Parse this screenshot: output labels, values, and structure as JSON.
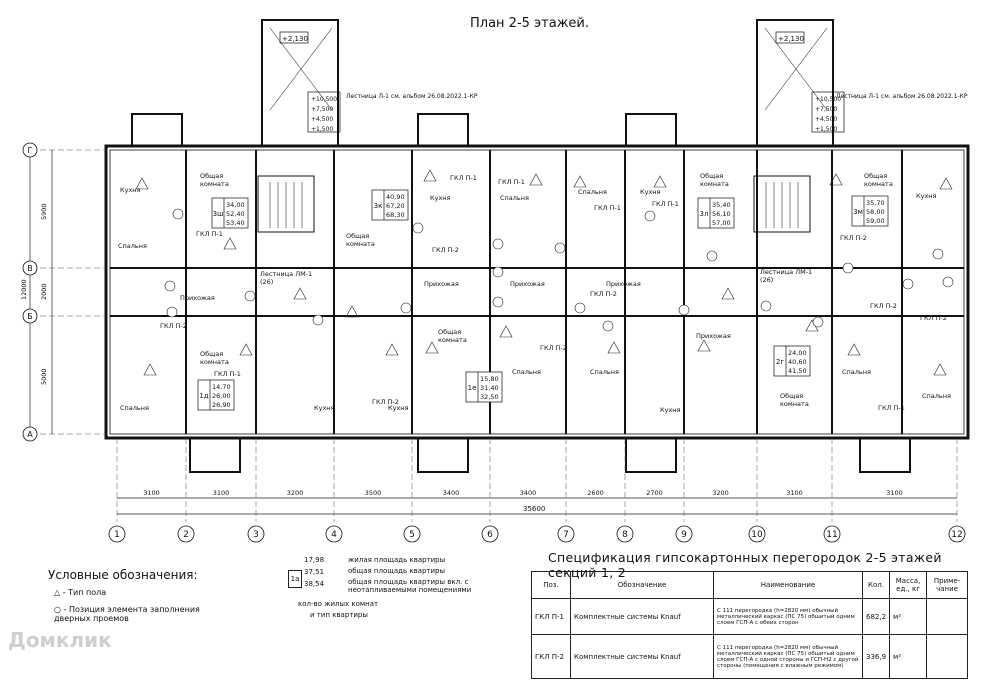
{
  "plan_title": "План 2-5 этажей.",
  "axes_letters": [
    "Г",
    "В",
    "Б",
    "А"
  ],
  "axes_numbers": [
    "1",
    "2",
    "3",
    "4",
    "5",
    "6",
    "7",
    "8",
    "9",
    "10",
    "11",
    "12"
  ],
  "axis_dims_bottom": [
    "3100",
    "3100",
    "3200",
    "3500",
    "3400",
    "3400",
    "2600",
    "2700",
    "3200",
    "3100",
    "3100"
  ],
  "total_length": "35600",
  "vertical_dims": [
    "5900",
    "2000",
    "5000",
    "12000"
  ],
  "stair_notes": {
    "left": "Лестница Л-1 см. альбом 26.08.2022.1-КР",
    "right": "Лестница Л-1 см. альбом 26.08.2022.1-КР"
  },
  "levels": [
    "+10,500",
    "+7,500",
    "+4,500",
    "+1,500"
  ],
  "top_mark": "+2,130",
  "apartments": [
    {
      "code": "3ш",
      "a": "34,00",
      "b": "52,40",
      "c": "53,40"
    },
    {
      "code": "3к",
      "a": "40,90",
      "b": "67,20",
      "c": "68,30"
    },
    {
      "code": "3л",
      "a": "35,40",
      "b": "56,10",
      "c": "57,00"
    },
    {
      "code": "3м",
      "a": "35,70",
      "b": "58,00",
      "c": "59,00"
    },
    {
      "code": "1д",
      "a": "14,70",
      "b": "26,00",
      "c": "26,90"
    },
    {
      "code": "1е",
      "a": "15,80",
      "b": "31,40",
      "c": "32,50"
    },
    {
      "code": "2г",
      "a": "24,00",
      "b": "40,60",
      "c": "41,50"
    }
  ],
  "room_labels": {
    "living": "Общая комната",
    "kitchen": "Кухня",
    "bedroom": "Спальня",
    "hall": "Прихожая",
    "gkl1": "ГКЛ П-1",
    "gkl2": "ГКЛ П-2",
    "lift_hall": "Лестница ЛМ-1 (26)"
  },
  "legend": {
    "title": "Условные обозначения:",
    "floor_type": "- Тип пола",
    "position": "- Позиция элемента заполнения дверных проемов"
  },
  "flat_key": {
    "code": "1а",
    "values": [
      "17,98",
      "37,51",
      "38,54"
    ],
    "notes": [
      "жилая площадь квартиры",
      "общая площадь квартиры",
      "общая площадь квартиры вкл. с неотапливаемыми помещениями",
      "кол-во жилых комнат",
      "и тип квартиры"
    ]
  },
  "spec": {
    "title": "Спецификация гипсокартонных перегородок 2-5 этажей секций 1, 2",
    "headers": [
      "Поз.",
      "Обозначение",
      "Наименование",
      "Кол.",
      "Масса, ед., кг",
      "Приме-чание"
    ],
    "rows": [
      {
        "pos": "ГКЛ П-1",
        "code": "Комплектные системы Knauf",
        "name": "С 111 перегородка (h=2820 мм) обычный металлический каркас (ПС 75) обшитый одним слоем ГСП-А с обеих сторон",
        "qty": "682,2",
        "unit": "м²"
      },
      {
        "pos": "ГКЛ П-2",
        "code": "Комплектные системы Knauf",
        "name": "С 111 перегородка (h=2820 мм) обычный металлический каркас (ПС 75) обшитый одним слоем ГСП-А с одной стороны и ГСП-Н2 с другой стороны (помещения с влажным режимом)",
        "qty": "336,9",
        "unit": "м²"
      }
    ]
  },
  "watermark": "Домклик"
}
